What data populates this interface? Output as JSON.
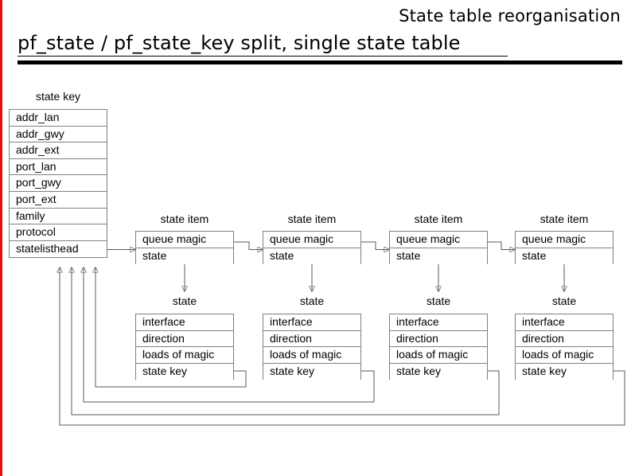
{
  "slide": {
    "subtitle": "State table reorganisation",
    "title": "pf_state / pf_state_key split, single state table",
    "accent_color": "#e8120c",
    "line_color": "#595959",
    "text_color": "#000000",
    "background": "#ffffff"
  },
  "state_key": {
    "caption": "state key",
    "fields": [
      "addr_lan",
      "addr_gwy",
      "addr_ext",
      "port_lan",
      "port_gwy",
      "port_ext",
      "family",
      "protocol",
      "statelisthead"
    ]
  },
  "state_items": [
    {
      "caption": "state item",
      "fields": [
        "queue magic",
        "state"
      ]
    },
    {
      "caption": "state item",
      "fields": [
        "queue magic",
        "state"
      ]
    },
    {
      "caption": "state item",
      "fields": [
        "queue magic",
        "state"
      ]
    },
    {
      "caption": "state item",
      "fields": [
        "queue magic",
        "state"
      ]
    }
  ],
  "states": [
    {
      "caption": "state",
      "fields": [
        "interface",
        "direction",
        "loads of magic",
        "state key"
      ]
    },
    {
      "caption": "state",
      "fields": [
        "interface",
        "direction",
        "loads of magic",
        "state key"
      ]
    },
    {
      "caption": "state",
      "fields": [
        "interface",
        "direction",
        "loads of magic",
        "state key"
      ]
    },
    {
      "caption": "state",
      "fields": [
        "interface",
        "direction",
        "loads of magic",
        "state key"
      ]
    }
  ]
}
